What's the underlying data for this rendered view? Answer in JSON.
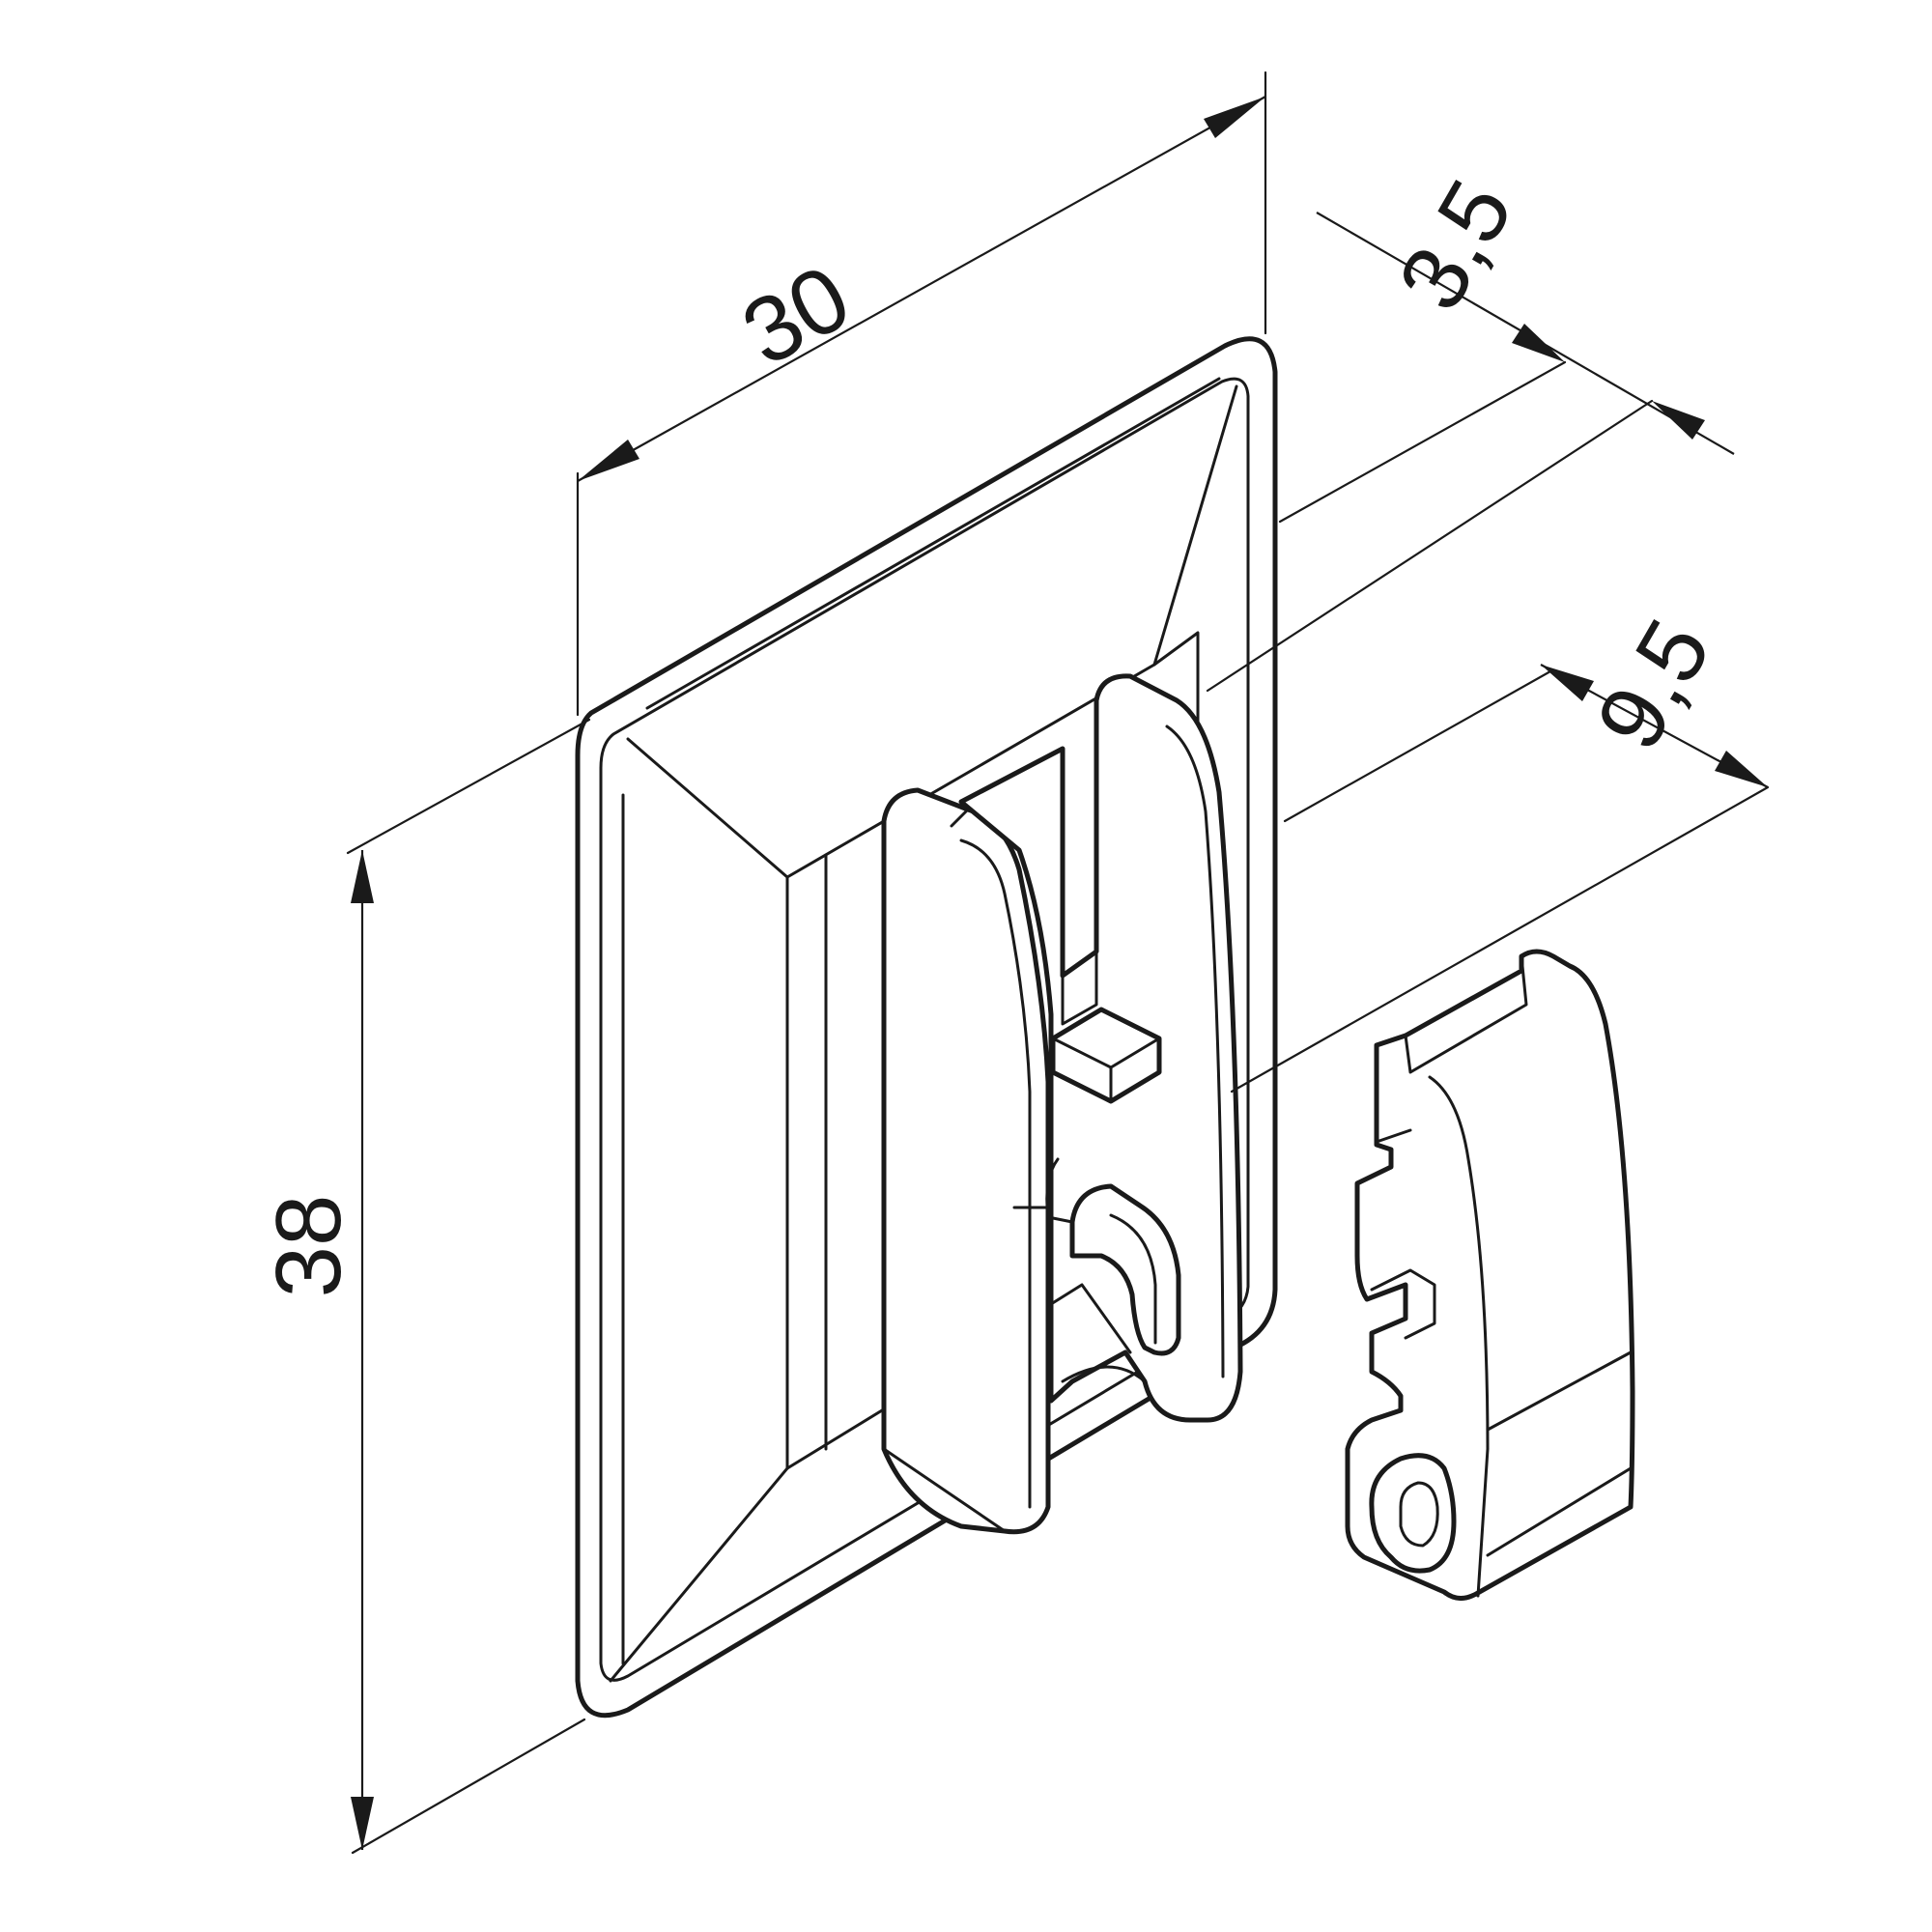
{
  "dimensions": {
    "width": {
      "label": "30"
    },
    "height": {
      "label": "38"
    },
    "base_thickness": {
      "label": "3,5"
    },
    "depth": {
      "label": "9,5"
    }
  },
  "colors": {
    "line": "#1a1a1a",
    "background": "#ffffff"
  }
}
